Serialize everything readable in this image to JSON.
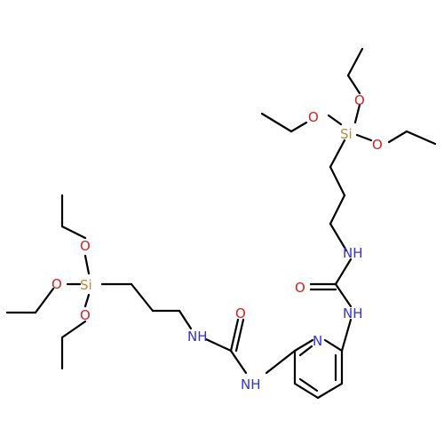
{
  "molecule": {
    "atom_labels": [
      {
        "id": "N_pyr",
        "text": "N",
        "color": "#3333cc"
      },
      {
        "id": "NH_1",
        "text": "NH",
        "color": "#3333cc"
      },
      {
        "id": "NH_2",
        "text": "NH",
        "color": "#3333cc"
      },
      {
        "id": "NH_3",
        "text": "NH",
        "color": "#3333cc"
      },
      {
        "id": "NH_4",
        "text": "NH",
        "color": "#3333cc"
      },
      {
        "id": "O_urea_1",
        "text": "O",
        "color": "#cc2222"
      },
      {
        "id": "O_urea_2",
        "text": "O",
        "color": "#cc2222"
      },
      {
        "id": "Si_top",
        "text": "Si",
        "color": "#b58a3a"
      },
      {
        "id": "Si_left",
        "text": "Si",
        "color": "#b58a3a"
      },
      {
        "id": "O_top_a",
        "text": "O",
        "color": "#cc2222"
      },
      {
        "id": "O_top_b",
        "text": "O",
        "color": "#cc2222"
      },
      {
        "id": "O_top_c",
        "text": "O",
        "color": "#cc2222"
      },
      {
        "id": "O_left_a",
        "text": "O",
        "color": "#cc2222"
      },
      {
        "id": "O_left_b",
        "text": "O",
        "color": "#cc2222"
      },
      {
        "id": "O_left_c",
        "text": "O",
        "color": "#cc2222"
      }
    ]
  }
}
